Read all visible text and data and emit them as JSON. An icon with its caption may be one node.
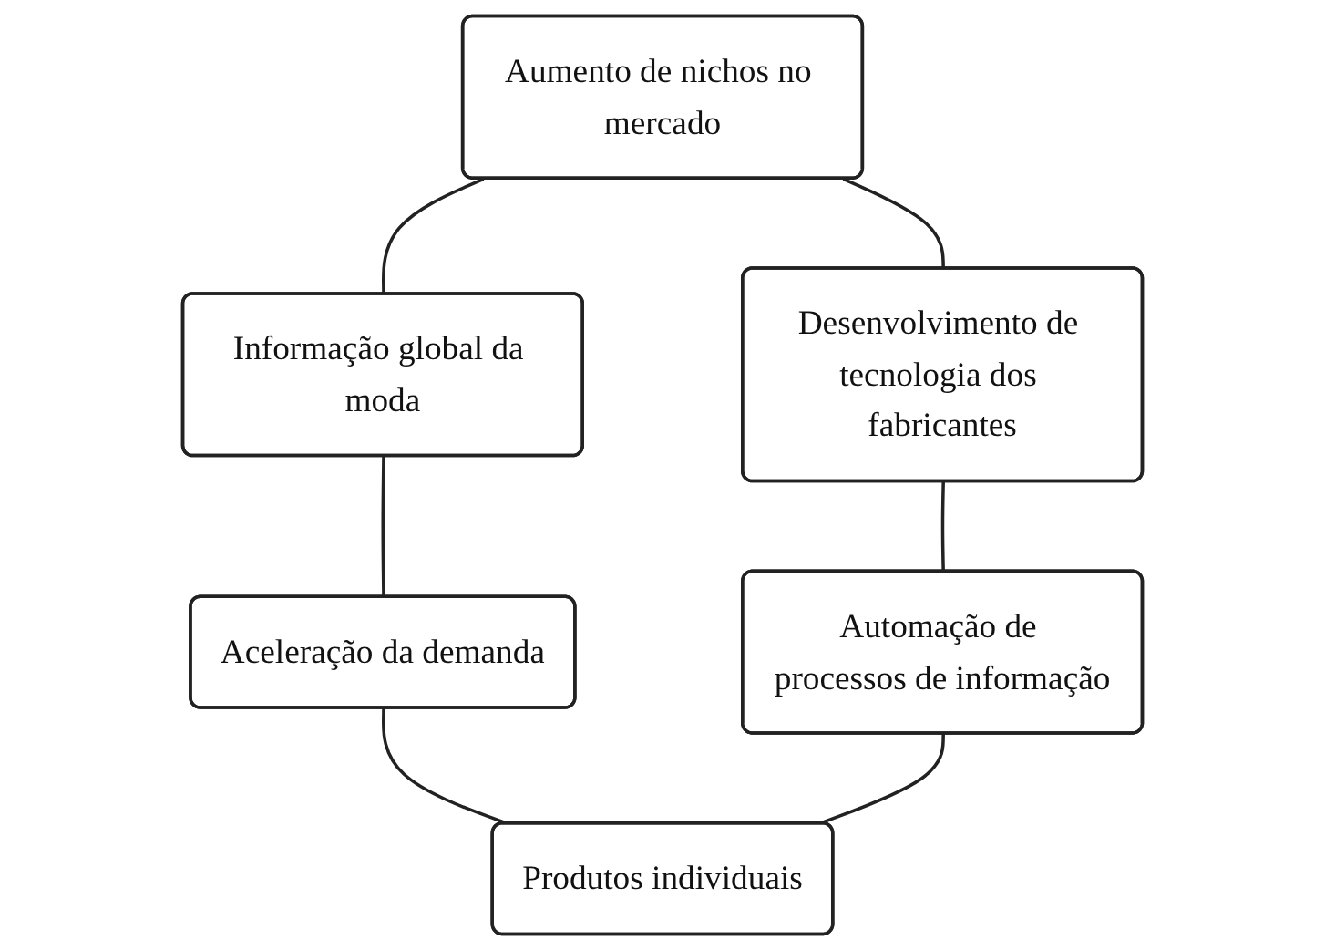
{
  "diagram": {
    "nodes": [
      {
        "text": [
          "Aumento de nichos no mercado"
        ]
      },
      {
        "text": [
          "Desenvolvimento de tecnologia dos fabricantes"
        ]
      },
      {
        "text": [
          "Automação de processos de informação"
        ]
      },
      {
        "text": [
          "Produtos individuais"
        ]
      },
      {
        "text": [
          "Aceleração da demanda"
        ]
      },
      {
        "text": [
          "Informação global da moda"
        ]
      }
    ],
    "edges": [
      {
        "from": 0,
        "to": 5,
        "arrow": "none"
      },
      {
        "from": 5,
        "to": 4,
        "arrow": "none"
      },
      {
        "from": 4,
        "to": 3,
        "arrow": "none"
      },
      {
        "from": 0,
        "to": 1,
        "arrow": "none"
      },
      {
        "from": 1,
        "to": 2,
        "arrow": "none"
      },
      {
        "from": 2,
        "to": 3,
        "arrow": "none"
      }
    ]
  }
}
